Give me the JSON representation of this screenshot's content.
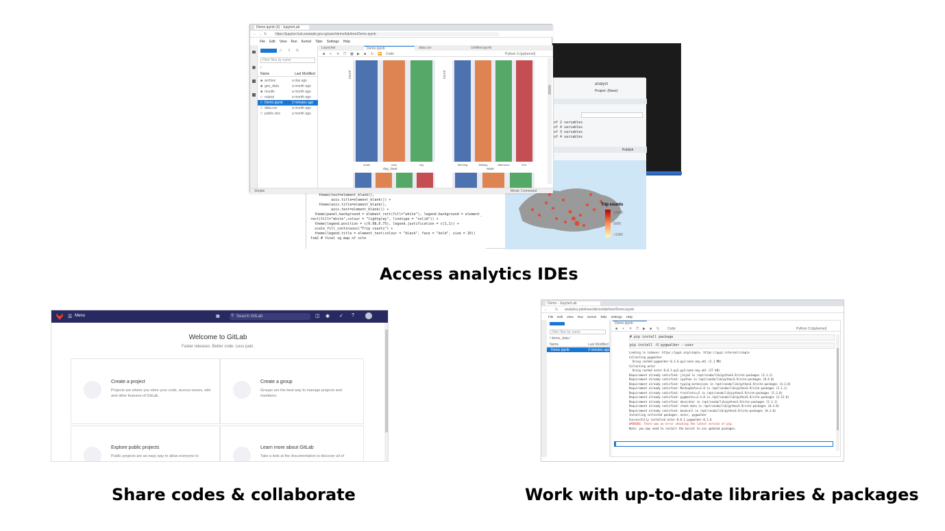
{
  "captions": {
    "ides": "Access analytics IDEs",
    "share": "Share codes & collaborate",
    "libs": "Work with up-to-date libraries & packages"
  },
  "jupyter": {
    "tab_title": "Demo.ipynb (3) - JupyterLab",
    "url": "https://jupyter.hub.example.gov.sg/user/demo/lab/tree/Demo.ipynb",
    "menu": [
      "File",
      "Edit",
      "View",
      "Run",
      "Kernel",
      "Tabs",
      "Settings",
      "Help"
    ],
    "doc_tabs": [
      "Launcher",
      "Demo.ipynb",
      "data.csv",
      "Untitled.ipynb"
    ],
    "cell_type": "Code",
    "kernel": "Python 3 (ipykernel)",
    "filter_placeholder": "Filter files by name",
    "breadcrumb": "/",
    "file_header_name": "Name",
    "file_header_modified": "Last Modified",
    "files": [
      {
        "name": "archive",
        "modified": "a day ago"
      },
      {
        "name": "geo_data",
        "modified": "a month ago"
      },
      {
        "name": "results",
        "modified": "a month ago"
      },
      {
        "name": "output",
        "modified": "a month ago"
      },
      {
        "name": "Demo.ipynb",
        "modified": "2 minutes ago"
      },
      {
        "name": "data.csv",
        "modified": "a month ago"
      },
      {
        "name": "public.xlsx",
        "modified": "a month ago"
      }
    ],
    "chart_left_xlabel": "day_boot",
    "chart_left_ylabel": "count",
    "chart_left_cats": [
      "small",
      "med",
      "big"
    ],
    "chart_right_xlabel": "main",
    "chart_right_ylabel": "count",
    "chart_right_cats": [
      "Morning",
      "Midday",
      "Afternoon",
      "Eve"
    ],
    "status_left": "Simple",
    "status_right": "Mode: Command",
    "bar_colors": [
      "#4c72b0",
      "#dd8452",
      "#55a868",
      "#c44e52"
    ]
  },
  "rstudio": {
    "project": "Project: (None)",
    "publish": "Publish",
    "env_lines": [
      "of 2 variables",
      "of 4 variables",
      "of 3 variables",
      "of 4 variables"
    ],
    "code_lines": [
      "    theme(text=element_blank(),",
      "          axis.title=element_blank()) +",
      "    theme(axis.title=element_blank(),",
      "          axis.text=element_blank()) +",
      "  theme(panel.background = element_rect(fill=\"white\"), legend.background = element_",
      "rect(fill=\"white\",colour = \"lightgray\", linetype = \"solid\")) +",
      "  theme(legend.position = c(0.98,0.75), legend.justification = c(1,1)) +",
      "  scale_fill_continuous(\"Trip counts\") +",
      "  theme(legend.title = element_text(colour = \"black\", face = \"bold\", size = 10))",
      "",
      "fsm2 # final sg map of site"
    ],
    "legend_title": "Trip counts",
    "legend_values": [
      "10000",
      "5000",
      "<1000"
    ]
  },
  "gitlab": {
    "menu_label": "Menu",
    "search_placeholder": "Search GitLab",
    "welcome_title": "Welcome to GitLab",
    "welcome_sub": "Faster releases. Better code. Less pain.",
    "cards": [
      {
        "title": "Create a project",
        "desc": "Projects are where you store your code, access issues, wiki and other features of GitLab."
      },
      {
        "title": "Create a group",
        "desc": "Groups are the best way to manage projects and members."
      },
      {
        "title": "Explore public projects",
        "desc": "Public projects are an easy way to allow everyone to"
      },
      {
        "title": "Learn more about GitLab",
        "desc": "Take a look at the documentation to discover all of"
      }
    ]
  },
  "jupyter2": {
    "tab_title": "Demo - JupyterLab",
    "url": "analytics.pilot/user/demo/lab/tree/Demo.ipynb",
    "menu": [
      "File",
      "Edit",
      "View",
      "Run",
      "Kernel",
      "Tabs",
      "Settings",
      "Help"
    ],
    "doc_tab": "Demo.ipynb",
    "cell_type": "Code",
    "kernel": "Python 3 (ipykernel)",
    "filter_placeholder": "Filter files by name",
    "breadcrumb": "/ demo_data /",
    "file_header_name": "Name",
    "file_header_modified": "Last Modified",
    "files": [
      {
        "name": "Demo.ipynb",
        "modified": "2 minutes ago"
      }
    ],
    "cell1": "# pip install package",
    "cell2": "pip install -U pygwalker --user",
    "output_lines": [
      "Looking in indexes: https://pypi.org/simple, https://pypi.internal/simple",
      "Collecting pygwalker",
      "  Using cached pygwalker-0.1.6-py3-none-any.whl (2.1 MB)",
      "Collecting astor",
      "  Using cached astor-0.8.1-py2.py3-none-any.whl (27 kB)",
      "Requirement already satisfied: jinja2 in /opt/conda/lib/python3.9/site-packages (3.1.2)",
      "Requirement already satisfied: ipython in /opt/conda/lib/python3.9/site-packages (8.4.0)",
      "Requirement already satisfied: typing-extensions in /opt/conda/lib/python3.9/site-packages (4.3.0)",
      "Requirement already satisfied: MarkupSafe>=2.0 in /opt/conda/lib/python3.9/site-packages (2.1.1)",
      "Requirement already satisfied: traitlets>=5 in /opt/conda/lib/python3.9/site-packages (5.3.0)",
      "Requirement already satisfied: pygments>=2.4.0 in /opt/conda/lib/python3.9/site-packages (2.12.0)",
      "Requirement already satisfied: decorator in /opt/conda/lib/python3.9/site-packages (5.1.1)",
      "Requirement already satisfied: stack-data in /opt/conda/lib/python3.9/site-packages (0.3.0)",
      "Requirement already satisfied: backcall in /opt/conda/lib/python3.9/site-packages (0.2.0)",
      "Installing collected packages: astor, pygwalker",
      "Successfully installed astor-0.8.1 pygwalker-0.1.6",
      "WARNING: There was an error checking the latest version of pip.",
      "Note: you may need to restart the kernel to use updated packages."
    ]
  }
}
